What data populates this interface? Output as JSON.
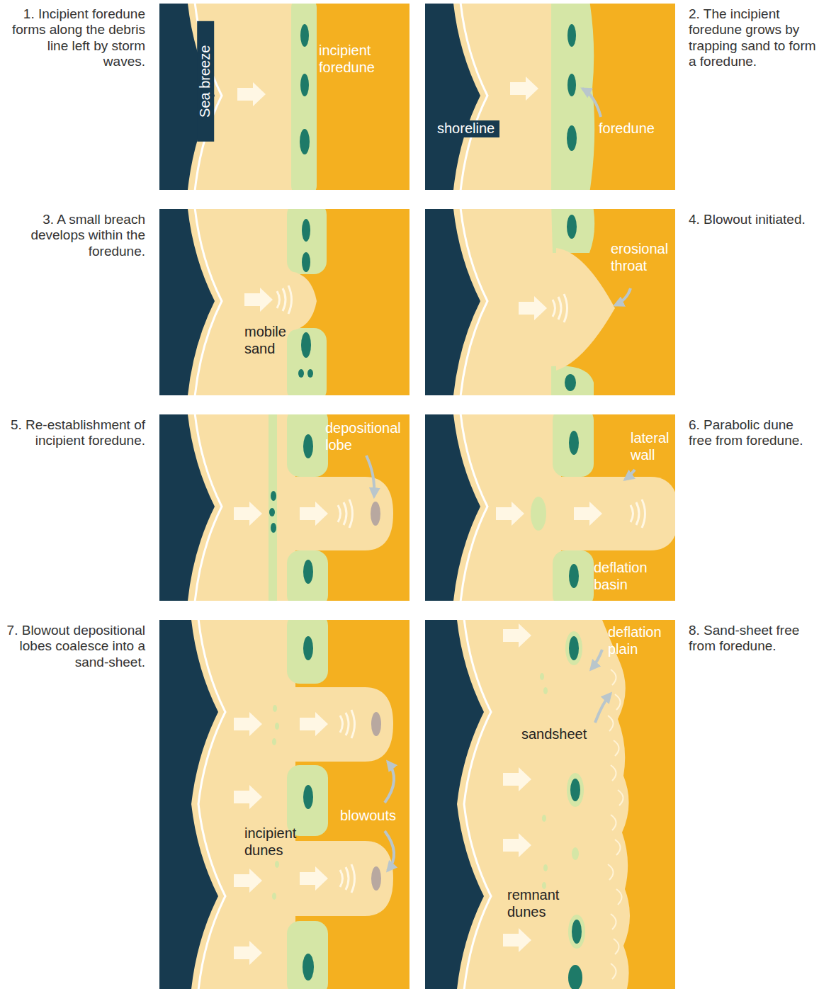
{
  "diagram": {
    "nodes": [
      {
        "text": [
          "1. Incipient foredune forms along the debris line left by storm waves.",
          "Sea breeze",
          "incipient foredune"
        ]
      },
      {
        "text": [
          "2. The incipient foredune grows by trapping sand to form a foredune.",
          "shoreline",
          "foredune"
        ]
      },
      {
        "text": [
          "3. A small breach develops within the foredune.",
          "mobile sand"
        ]
      },
      {
        "text": [
          "4. Blowout initiated.",
          "erosional throat"
        ]
      },
      {
        "text": [
          "5. Re-establishment of incipient foredune.",
          "depositional lobe"
        ]
      },
      {
        "text": [
          "6. Parabolic dune free from foredune.",
          "lateral wall",
          "deflation basin"
        ]
      },
      {
        "text": [
          "7. Blowout depositional lobes coalesce into a sand-sheet.",
          "blowouts",
          "incipient dunes"
        ]
      },
      {
        "text": [
          "8. Sand-sheet free from foredune.",
          "deflation plain",
          "sandsheet",
          "remnant dunes"
        ]
      }
    ]
  }
}
